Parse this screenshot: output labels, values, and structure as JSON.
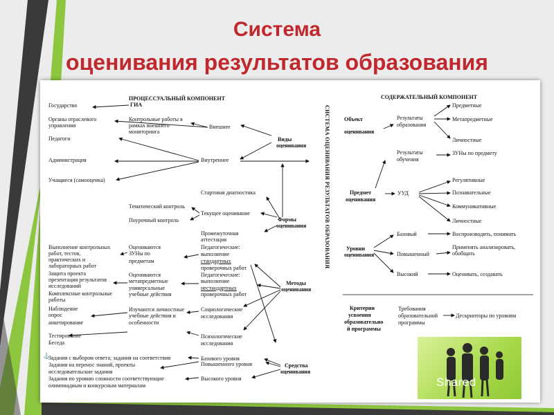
{
  "title": {
    "line1": "Система",
    "line2": "оценивания результатов образования"
  },
  "left": {
    "header_line1": "ПРОЦЕССУАЛЬНЫЙ КОМПОНЕНТ",
    "header_line2": "ГИА",
    "gos": "Государство",
    "organy_1": "Органы отраслевого",
    "organy_2": "управления",
    "kontrol_1": "Контрольные работы в",
    "kontrol_2": "рамках внешнего",
    "kontrol_3": "мониторинга",
    "pedagogi": "Педагоги",
    "admin": "Администрация",
    "uch": "Учащиеся (самооценка)",
    "vneshnee": "Внешнее",
    "vnutrennee": "Внутреннее",
    "vidy_1": "Виды",
    "vidy_2": "оценивания",
    "start": "Стартовая диагностика",
    "tematich": "Тематический контроль",
    "tekush": "Текущее оценивание",
    "poуroch": "Поурочный контроль",
    "promezh_1": "Промежуточная",
    "promezh_2": "аттестация",
    "formy_1": "Формы",
    "formy_2": "оценивания",
    "vypoln_1": "Выполнение контрольных",
    "vypoln_2": "работ, тестов,",
    "vypoln_3": "практических и",
    "vypoln_4": "лабораторных работ",
    "zashita_1": "Защита проекта",
    "zashita_2": "презентация результатов",
    "zashita_3": "исследований",
    "kompl_1": "Комплексные контрольные",
    "kompl_2": "работы",
    "nabl_1": "Наблюдение",
    "nabl_2": "опрос",
    "nabl_3": "анкетирование",
    "test_1": "Тестирование",
    "test_2": "Беседа",
    "ocen1_1": "Оцениваются",
    "ocen1_2": "ЗУНы по",
    "ocen1_3": "предметам",
    "ocen2_1": "Оцениваются",
    "ocen2_2": "метапредметные",
    "ocen2_3": "универсальные",
    "ocen2_4": "учебные действия",
    "izuch_1": "Изучаются личностные",
    "izuch_2": "учебные действия и",
    "izuch_3": "особенности",
    "ped1_1": "Педагогические:",
    "ped1_2": "выполнение",
    "ped1_3": "стандартных",
    "ped1_4": "проверочных работ",
    "ped2_1": "Педагогические:",
    "ped2_2": "выполнение",
    "ped2_3": "нестандартных",
    "ped2_4": "проверочных работ",
    "socio_1": "Социологические",
    "socio_2": "исследования",
    "psych_1": "Психологические",
    "psych_2": "исследования",
    "metody_1": "Методы",
    "metody_2": "оценивания",
    "z1": "Задания с выбором ответа; задания на соответствия",
    "z2_1": "Задания на перенос знаний, проекты",
    "z2_2": "исследовательские задания",
    "z3_1": "Задания по уровню сложности соответствующие",
    "z3_2": "олимпиадным и конкурсным материалам",
    "baz_ur": "Базового уровня",
    "pov_ur": "Повышенного уровня",
    "vys_ur": "Высокого уровня",
    "sredstva_1": "Средства",
    "sredstva_2": "оценивания"
  },
  "middle": {
    "vertical": "СИСТЕМА ОЦЕНИВАНИЯ РЕЗУЛЬТАТОВ ОБРАЗОВАНИЯ"
  },
  "right": {
    "header": "СОДЕРЖАТЕЛЬНЫЙ КОМПОНЕНТ",
    "obj_1": "Объект",
    "obj_2": "оценивания",
    "rezobr_1": "Результаты",
    "rezobr_2": "образования",
    "predmetnye": "Предметные",
    "metapredm": "Метапредметные",
    "lichnostnye1": "Личностные",
    "rezobuch_1": "Результаты",
    "rezobuch_2": "обучения",
    "zuny": "ЗУНы по предмету",
    "predmet_1": "Предмет",
    "predmet_2": "оценивания",
    "uud": "УУД",
    "regul": "Регулятивные",
    "poznav": "Познавательные",
    "kommun": "Коммуникативные",
    "lichnostnye2": "Личностные",
    "urovni_1": "Уровни",
    "urovni_2": "оценивания",
    "bazovy": "Базовый",
    "povysh": "Повышенный",
    "vysoky": "Высокий",
    "vospr": "Воспроизводить, понимать",
    "primen_1": "Применять анализировать,",
    "primen_2": "обобщать",
    "ocen_sozd": "Оценивать, создавать",
    "krit_1": "Критерии",
    "krit_2": "усвоения",
    "krit_3": "образовательно",
    "krit_4": "й программы",
    "treb_1": "Требования",
    "treb_2": "образовательной",
    "treb_3": "программы",
    "deskr": "Дескрипторы по уровням"
  },
  "watermark": "Shared",
  "colors": {
    "title": "#c0282d",
    "stripe_dark": "#3a3a3a",
    "stripe_green": "#8dc63f",
    "background": "#ececec"
  }
}
